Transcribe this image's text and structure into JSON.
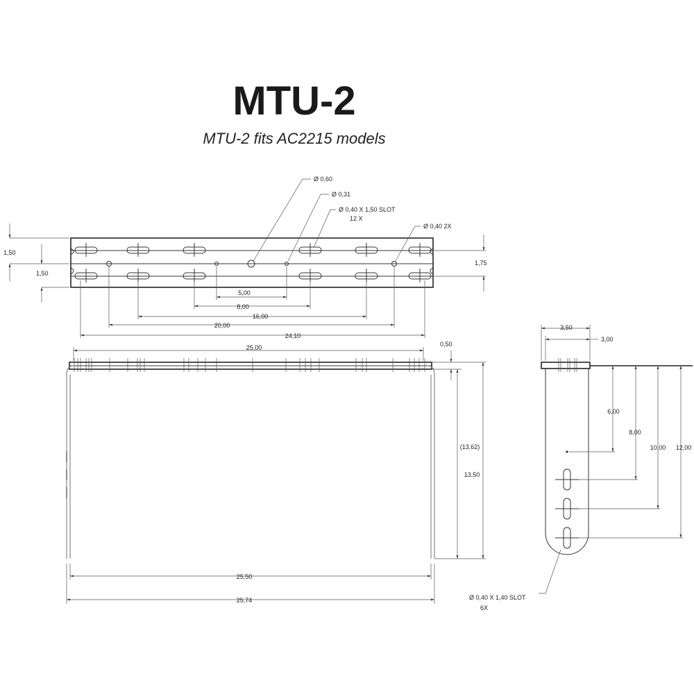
{
  "title": "MTU-2",
  "subtitle": "MTU-2 fits AC2215 models",
  "callouts": {
    "hole_060": "Ø  0,60",
    "hole_031": "Ø  0,31",
    "slot_top": "Ø  0,40 X 1,50 SLOT",
    "slot_top_qty": "12 X",
    "hole_040": "Ø  0,40 2X",
    "slot_side": "Ø  0,40 X 1,40 SLOT",
    "slot_side_qty": "6X"
  },
  "top_view_dims": {
    "left_upper": "1,50",
    "left_lower": "1,50",
    "right": "1,75",
    "d500": "5,00",
    "d800": "8,00",
    "d1600": "16,00",
    "d2000": "20,00",
    "d2410": "24,10"
  },
  "front_view_dims": {
    "top_width": "25,00",
    "lip": "0,50",
    "ref_height": "(13,62)",
    "height": "13,50",
    "inner_width": "25,50",
    "outer_width": "25,74"
  },
  "side_view_dims": {
    "width_350": "3,50",
    "width_300": "3,00",
    "d600": "6,00",
    "d800": "8,00",
    "d1000": "10,00",
    "d1200": "12,00"
  }
}
